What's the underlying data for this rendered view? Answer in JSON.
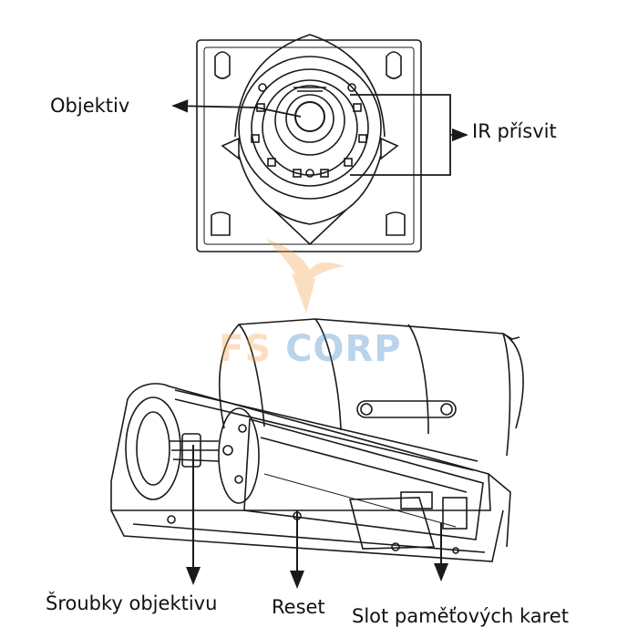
{
  "labels": {
    "objektiv": "Objektiv",
    "ir_prisvit": "IR přísvit",
    "sroubky": "Šroubky objektivu",
    "reset": "Reset",
    "slot": "Slot paměťových karet"
  },
  "watermark": {
    "brand_a": "FS",
    "brand_b": "CORP"
  },
  "colors": {
    "line": "#1a1a1a",
    "watermark_orange": "#f4a24e",
    "watermark_blue": "#3a86c8"
  }
}
